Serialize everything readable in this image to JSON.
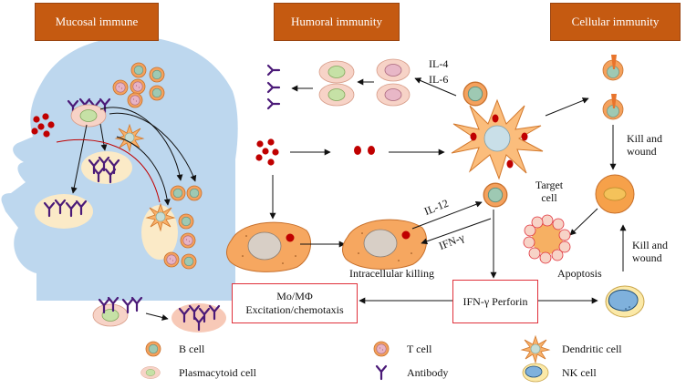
{
  "headers": {
    "mucosal": "Mucosal immune",
    "humoral": "Humoral immunity",
    "cellular": "Cellular immunity"
  },
  "labels": {
    "il4": "IL-4",
    "il6": "IL-6",
    "target_cell_line1": "Target",
    "target_cell_line2": "cell",
    "il12": "IL-12",
    "ifn_gamma": "IFN-γ",
    "intracellular_killing": "Intracellular killing",
    "kill_wound_1_line1": "Kill and",
    "kill_wound_1_line2": "wound",
    "kill_wound_2_line1": "Kill and",
    "kill_wound_2_line2": "wound",
    "apoptosis": "Apoptosis"
  },
  "boxes": {
    "mo_line1": "Mo/MΦ",
    "mo_line2": "Excitation/chemotaxis",
    "ifn_perforin": "IFN-γ Perforin"
  },
  "legend": {
    "b_cell": "B cell",
    "t_cell": "T cell",
    "dendritic_cell": "Dendritic cell",
    "plasmacytoid_cell": "Plasmacytoid cell",
    "antibody": "Antibody",
    "nk_cell": "NK cell"
  },
  "colors": {
    "header_bg": "#c55a11",
    "head_silhouette": "#bdd7ee",
    "box_border": "#e0303a",
    "antibody": "#4b1a78",
    "antigen": "#c00000",
    "cell_orange": "#f4a15d",
    "cell_pink": "#f5c8bf",
    "cell_green_nucleus": "#b5d99c",
    "nk_nucleus": "#6fa8dc"
  }
}
